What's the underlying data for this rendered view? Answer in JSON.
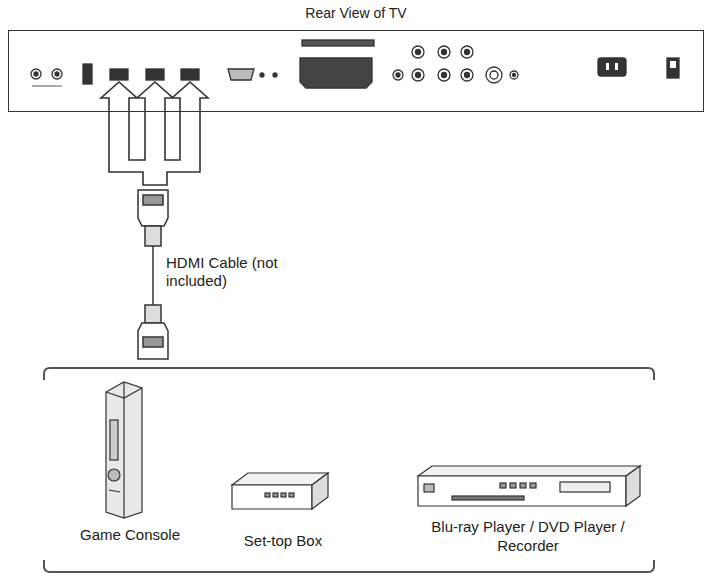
{
  "diagram": {
    "nodes": [
      {
        "text": [
          "Rear View of TV"
        ]
      },
      {
        "text": [
          "Game Console"
        ]
      },
      {
        "text": [
          "Set-top Box"
        ]
      },
      {
        "text": [
          "Blu-ray Player / DVD Player / Recorder"
        ]
      }
    ],
    "labels": [
      "HDMI Cable (not included)"
    ]
  }
}
